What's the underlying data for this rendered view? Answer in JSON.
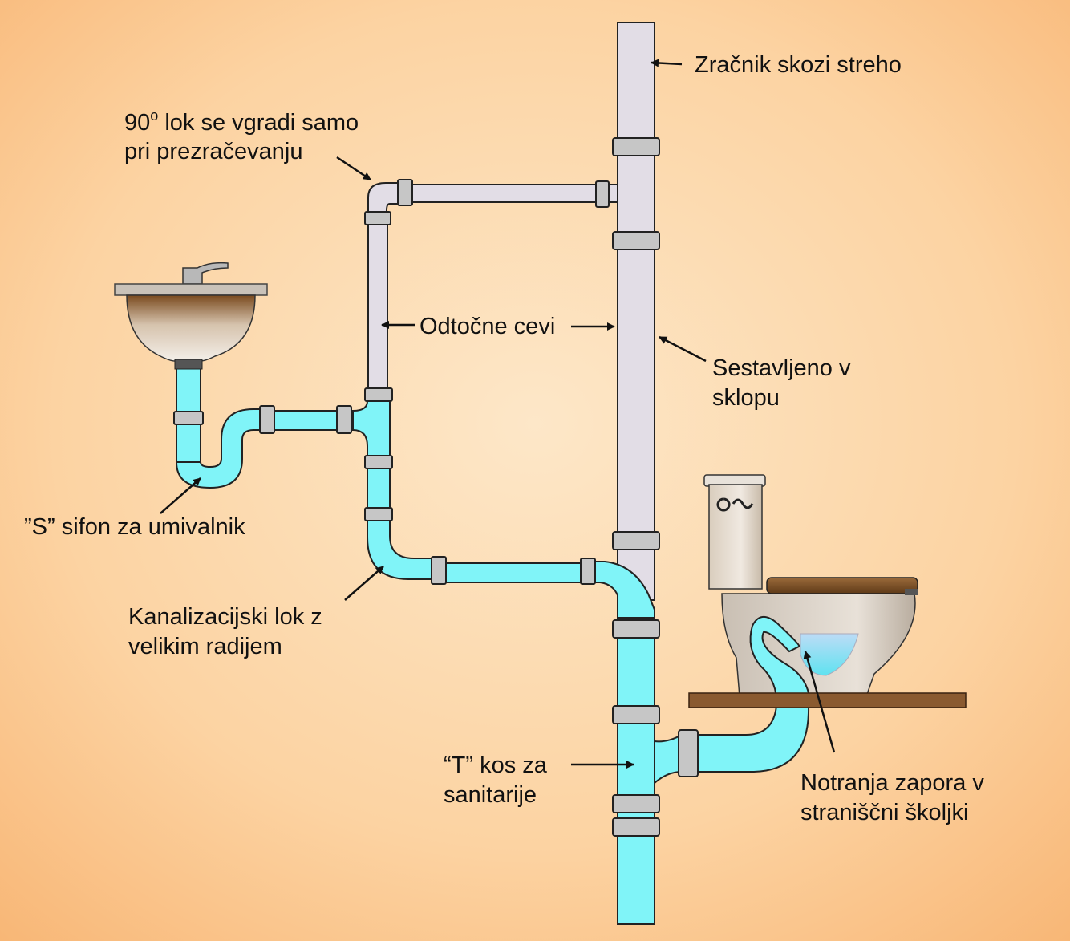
{
  "labels": {
    "vent_roof": "Zračnik skozi streho",
    "elbow90_prefix": "90",
    "elbow90_sup": "o",
    "elbow90_line1_rest": " lok se vgradi samo",
    "elbow90_line2": "pri prezračevanju",
    "drain_pipes": "Odtočne cevi",
    "assembled_line1": "Sestavljeno v",
    "assembled_line2": "sklopu",
    "s_trap": "”S” sifon za umivalnik",
    "sewer_bend_line1": "Kanalizacijski lok z",
    "sewer_bend_line2": "velikim radijem",
    "tee_line1": "“T” kos za",
    "tee_line2": "sanitarije",
    "internal_trap_line1": "Notranja zapora v",
    "internal_trap_line2": "straniščni školjki"
  },
  "colors": {
    "background_center": "#fde3c0",
    "background_edge": "#f9b97a",
    "vent_pipe": "#e2dde6",
    "water_pipe": "#80f4f8",
    "coupling": "#c6c6c6",
    "outline": "#222222",
    "shelf": "#8a5a30",
    "ceramic": "#d8d0c8"
  }
}
